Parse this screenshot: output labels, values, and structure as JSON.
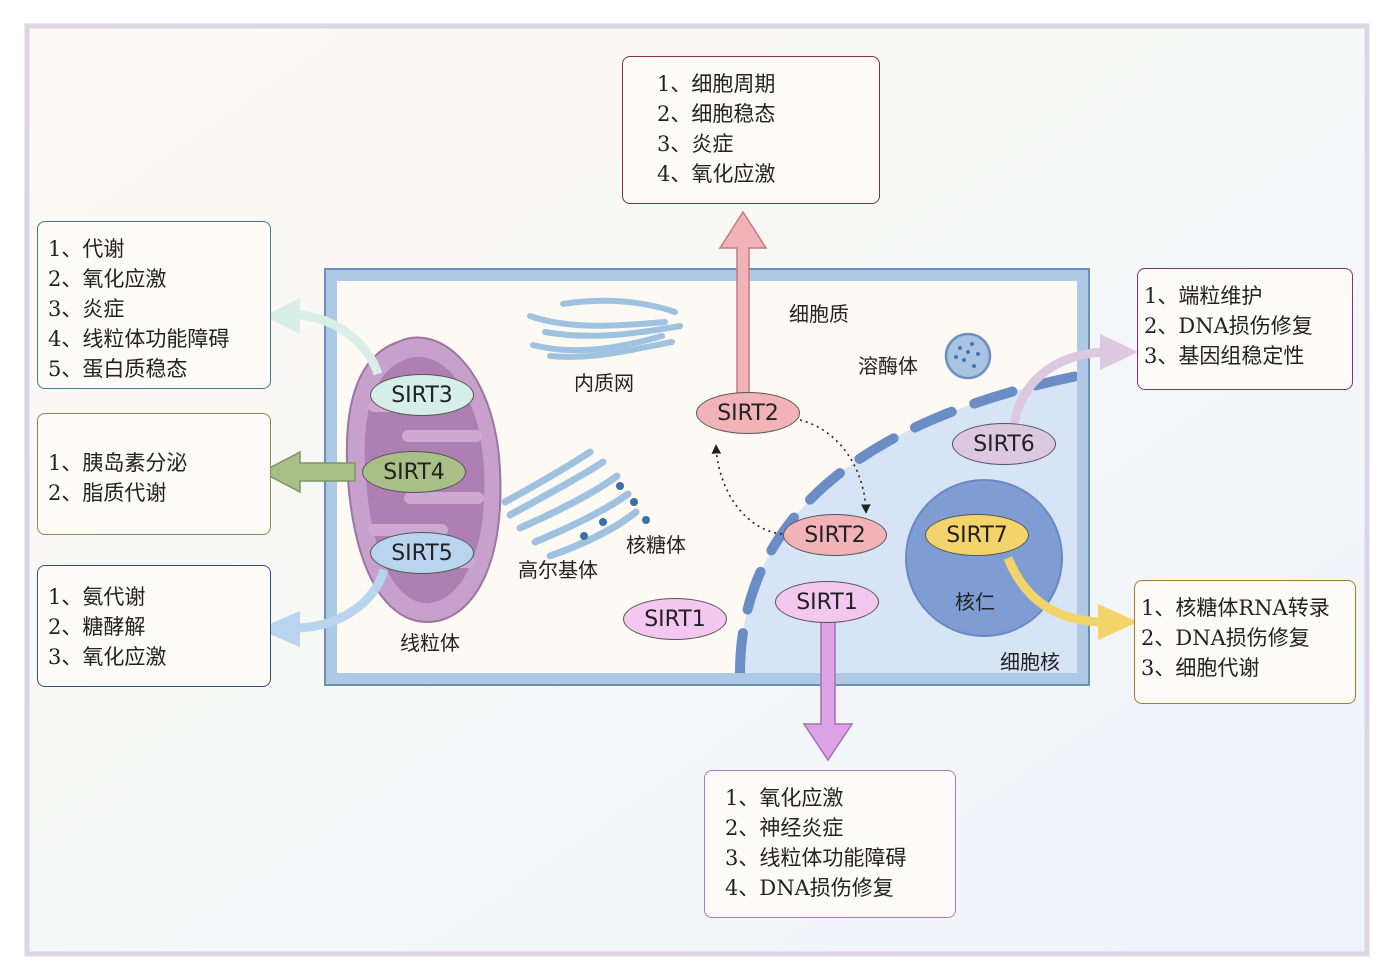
{
  "colors": {
    "sirt1": "#f3c7f0",
    "sirt2": "#f2b3b8",
    "sirt3": "#d6eee8",
    "sirt4": "#a8c088",
    "sirt5": "#b8d4ee",
    "sirt6": "#dcc8e0",
    "sirt7": "#f3d46b"
  },
  "labels": {
    "cytoplasm": "细胞质",
    "lysosome": "溶酶体",
    "er": "内质网",
    "golgi": "高尔基体",
    "ribosome": "核糖体",
    "mitochondria": "线粒体",
    "nucleolus": "核仁",
    "nucleus": "细胞核"
  },
  "sirts": {
    "sirt1_cyto": "SIRT1",
    "sirt1_nuc": "SIRT1",
    "sirt2_cyto": "SIRT2",
    "sirt2_nuc": "SIRT2",
    "sirt3": "SIRT3",
    "sirt4": "SIRT4",
    "sirt5": "SIRT5",
    "sirt6": "SIRT6",
    "sirt7": "SIRT7"
  },
  "boxes": {
    "sirt3": [
      "1、代谢",
      "2、氧化应激",
      "3、炎症",
      "4、线粒体功能障碍",
      "5、蛋白质稳态"
    ],
    "sirt4": [
      "1、胰岛素分泌",
      "2、脂质代谢"
    ],
    "sirt5": [
      "1、氨代谢",
      "2、糖酵解",
      "3、氧化应激"
    ],
    "sirt2": [
      "1、细胞周期",
      "2、细胞稳态",
      "3、炎症",
      "4、氧化应激"
    ],
    "sirt6": [
      "1、端粒维护",
      "2、DNA损伤修复",
      "3、基因组稳定性"
    ],
    "sirt7": [
      "1、核糖体RNA转录",
      "2、DNA损伤修复",
      "3、细胞代谢"
    ],
    "sirt1": [
      "1、氧化应激",
      "2、神经炎症",
      "3、线粒体功能障碍",
      "4、DNA损伤修复"
    ]
  }
}
